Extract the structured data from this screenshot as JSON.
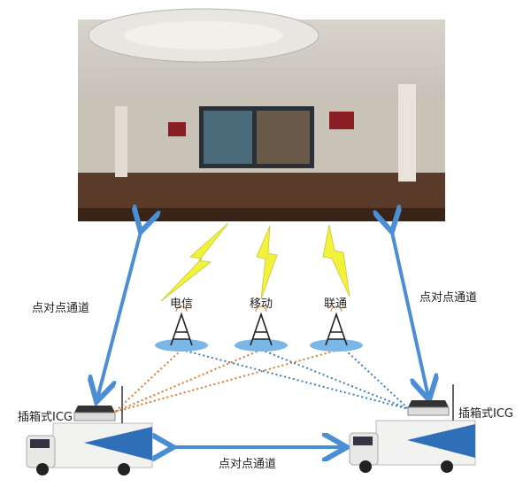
{
  "channel_label": "点对点通道",
  "carriers": [
    {
      "name": "电信"
    },
    {
      "name": "移动"
    },
    {
      "name": "联通"
    }
  ],
  "icg_label": "插箱式ICG",
  "colors": {
    "arrow": "#4a8fd6",
    "orange_link": "#e0782a",
    "blue_link": "#3a7fc4",
    "bolt": "#f2f23a"
  }
}
